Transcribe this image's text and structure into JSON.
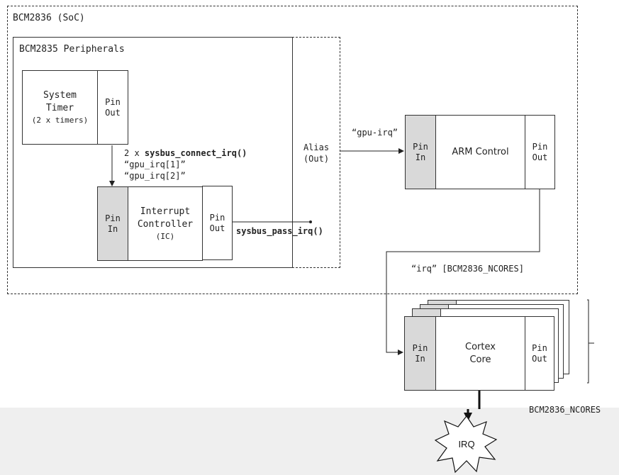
{
  "soc": {
    "title": "BCM2836 (SoC)"
  },
  "peripherals": {
    "title": "BCM2835 Peripherals"
  },
  "system_timer": {
    "name_line1": "System",
    "name_line2": "Timer",
    "sub": "(2 x timers)",
    "pin_line1": "Pin",
    "pin_line2": "Out"
  },
  "connect_label": {
    "prefix": "2 x ",
    "func": "sysbus_connect_irq()",
    "line2": "“gpu_irq[1]”",
    "line3": "“gpu_irq[2]”"
  },
  "interrupt_controller": {
    "pin_in_line1": "Pin",
    "pin_in_line2": "In",
    "name_line1": "Interrupt",
    "name_line2": "Controller",
    "sub": "(IC)",
    "pin_out_line1": "Pin",
    "pin_out_line2": "Out"
  },
  "pass_label": "sysbus_pass_irq()",
  "alias": {
    "line1": "Alias",
    "line2": "(Out)"
  },
  "gpu_irq_label": "“gpu-irq”",
  "arm_control": {
    "pin_in_line1": "Pin",
    "pin_in_line2": "In",
    "name": "ARM Control",
    "pin_out_line1": "Pin",
    "pin_out_line2": "Out"
  },
  "irq_label": "“irq” [BCM2836_NCORES]",
  "cortex_core": {
    "pin_in_line1": "Pin",
    "pin_in_line2": "In",
    "name_line1": "Cortex",
    "name_line2": "Core",
    "pin_out_line1": "Pin",
    "pin_out_line2": "Out"
  },
  "ncores_label": "BCM2836_NCORES",
  "irq_burst": "IRQ"
}
